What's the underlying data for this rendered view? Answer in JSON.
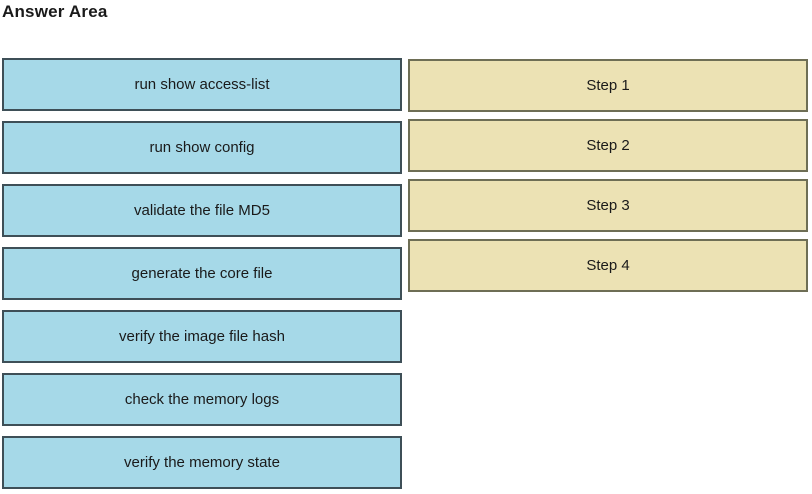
{
  "title": "Answer Area",
  "colors": {
    "option_fill": "#a6d9e8",
    "option_border": "#3e4f57",
    "target_fill": "#ece2b4",
    "target_border": "#6e6e55",
    "text": "#1a1a1a"
  },
  "options": [
    "run show access-list",
    "run show config",
    "validate the file MD5",
    "generate the core file",
    "verify the image file hash",
    "check the memory logs",
    "verify the memory state"
  ],
  "targets": [
    "Step 1",
    "Step 2",
    "Step 3",
    "Step 4"
  ]
}
